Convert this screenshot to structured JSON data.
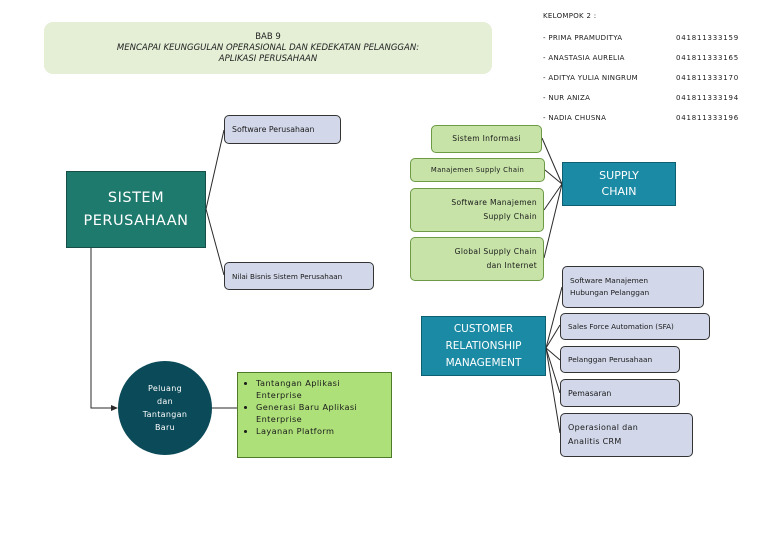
{
  "title": {
    "lines": [
      "BAB 9",
      "MENCAPAI KEUNGGULAN OPERASIONAL DAN KEDEKATAN PELANGGAN:",
      "APLIKASI PERUSAHAAN"
    ]
  },
  "team": {
    "heading": "KELOMPOK 2 :",
    "members": [
      {
        "name": "- PRIMA PRAMUDITYA",
        "nim": "041811333159"
      },
      {
        "name": "- ANASTASIA AURELIA",
        "nim": "041811333165"
      },
      {
        "name": "- ADITYA YULIA NINGRUM",
        "nim": "041811333170"
      },
      {
        "name": "- NUR ANIZA",
        "nim": "041811333194"
      },
      {
        "name": "- NADIA CHUSNA",
        "nim": "041811333196"
      }
    ]
  },
  "main_node": {
    "line1": "SISTEM",
    "line2": "PERUSAHAAN"
  },
  "main_children": {
    "software": "Software Perusahaan",
    "nilai": "Nilai Bisnis Sistem Perusahaan"
  },
  "peluang": {
    "lines": [
      "Peluang",
      "dan",
      "Tantangan",
      "Baru"
    ],
    "bullets": [
      "Tantangan Aplikasi Enterprise",
      "Generasi Baru Aplikasi Enterprise",
      "Layanan Platform"
    ]
  },
  "supply_chain": {
    "line1": "SUPPLY",
    "line2": "CHAIN",
    "items": [
      {
        "lines": [
          "Sistem Informasi"
        ]
      },
      {
        "lines": [
          "Manajemen Supply Chain"
        ]
      },
      {
        "lines": [
          "Software Manajemen",
          "Supply Chain"
        ]
      },
      {
        "lines": [
          "Global Supply Chain",
          "dan Internet"
        ]
      }
    ]
  },
  "crm": {
    "lines": [
      "CUSTOMER",
      "RELATIONSHIP",
      "MANAGEMENT"
    ],
    "items": [
      {
        "lines": [
          "Software Manajemen",
          "Hubungan Pelanggan"
        ]
      },
      {
        "lines": [
          "Sales Force Automation (SFA)"
        ]
      },
      {
        "lines": [
          "Pelanggan Perusahaan"
        ]
      },
      {
        "lines": [
          "Pemasaran"
        ]
      },
      {
        "lines": [
          "Operasional dan",
          "Analitis CRM"
        ]
      }
    ]
  }
}
